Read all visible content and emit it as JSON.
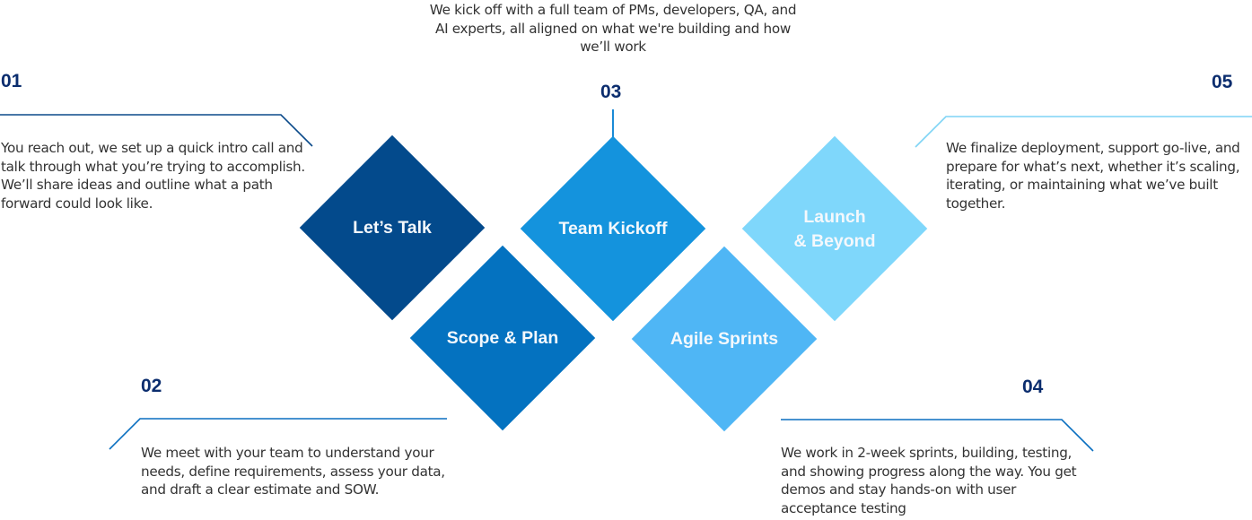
{
  "steps": [
    {
      "number": "01",
      "title": "Let’s Talk",
      "description": "You reach out, we set up a quick intro call and talk through what you’re trying to accomplish. We’ll share ideas and outline what a path forward could look like.",
      "color": "#034a8c"
    },
    {
      "number": "02",
      "title": "Scope & Plan",
      "description": "We meet with your team to understand your needs, define requirements, assess your data, and draft a clear estimate and SOW.",
      "color": "#0472c0"
    },
    {
      "number": "03",
      "title": "Team Kickoff",
      "description": "We kick off with a full team of PMs, developers, QA, and AI experts, all aligned on what we're building and how we’ll work",
      "color": "#1493dd"
    },
    {
      "number": "04",
      "title": "Agile Sprints",
      "description": "We work in 2-week sprints, building, testing, and showing progress along the way. You get demos and stay hands-on with user acceptance testing",
      "color": "#4fb6f5"
    },
    {
      "number": "05",
      "title_line1": "Launch",
      "title_line2": "& Beyond",
      "description": "We finalize deployment, support go-live, and prepare for what’s next, whether it’s scaling, iterating, or maintaining what we’ve built together.",
      "color": "#7fd7fb"
    }
  ],
  "colors": {
    "number_text": "#0b2d6e",
    "connector_01": "#0b4a8a",
    "connector_02": "#0a6fc0",
    "connector_03": "#1a8ad6",
    "connector_04": "#0a6fc0",
    "connector_05": "#7fd4f5"
  }
}
